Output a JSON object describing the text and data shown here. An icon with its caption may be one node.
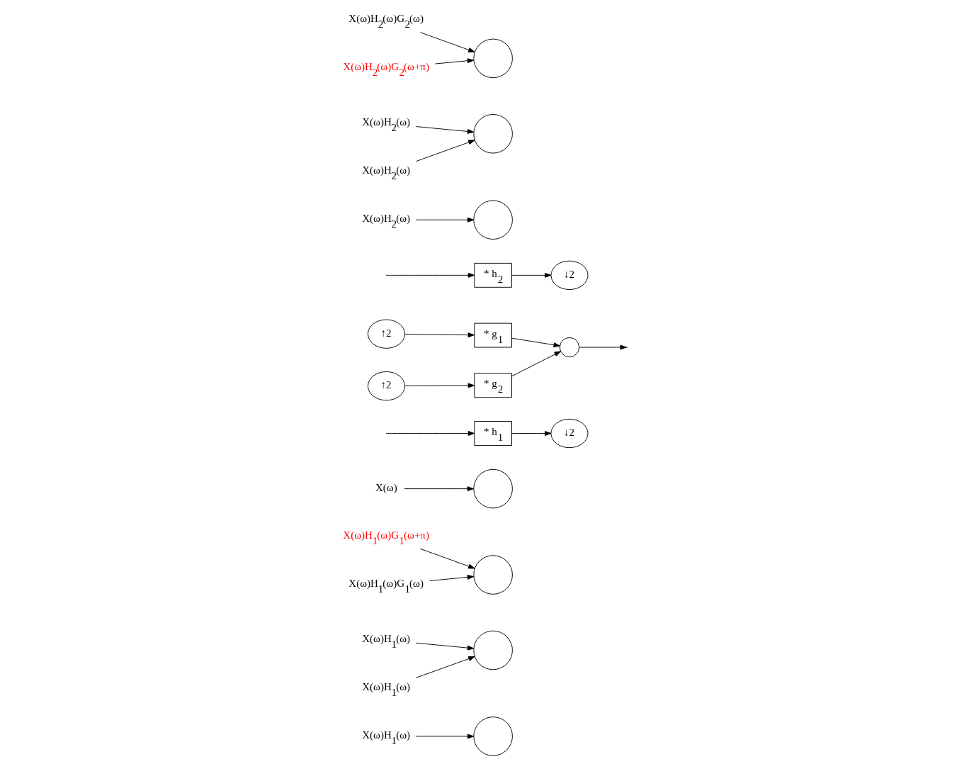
{
  "diagram": {
    "nodes": [
      {
        "text": [],
        "shape": "circle"
      },
      {
        "text": [
          "X(ω)H$_{1}$(ω)"
        ]
      },
      {
        "text": [
          "X(ω)H$_{1}$(ω)"
        ]
      },
      {
        "text": [],
        "shape": "circle"
      },
      {
        "text": [
          "X(ω)H$_{1}$(ω)"
        ]
      },
      {
        "text": [
          "X(ω)H$_{1}$(ω)G$_{1}$(ω+π)"
        ]
      },
      {
        "text": [],
        "shape": "circle"
      },
      {
        "text": [
          "X(ω)H$_{1}$(ω)G$_{1}$(ω)"
        ]
      },
      {
        "text": [
          "X(ω)"
        ]
      },
      {
        "text": [],
        "shape": "circle"
      },
      {
        "text": [
          "* h$_{1}$"
        ]
      },
      {
        "text": [
          "↓2"
        ]
      },
      {
        "text": [
          "↑2"
        ]
      },
      {
        "text": [
          "* g$_{1}$"
        ]
      },
      {
        "text": [],
        "shape": "circle"
      },
      {
        "text": [
          "* h$_{2}$"
        ]
      },
      {
        "text": [
          "↓2"
        ]
      },
      {
        "text": [
          "↑2"
        ]
      },
      {
        "text": [
          "* g$_{2}$"
        ]
      },
      {
        "text": [
          "X(ω)H$_{2}$(ω)"
        ]
      },
      {
        "text": [],
        "shape": "circle"
      },
      {
        "text": [
          "X(ω)H$_{2}$(ω)"
        ]
      },
      {
        "text": [],
        "shape": "circle"
      },
      {
        "text": [
          "X(ω)H$_{2}$(ω)"
        ]
      },
      {
        "text": [
          "X(ω)H$_{2}$(ω)G$_{2}$(ω)"
        ]
      },
      {
        "text": [],
        "shape": "circle"
      },
      {
        "text": [
          "X(ω)H$_{2}$(ω)G$_{2}$(ω+π)"
        ]
      }
    ],
    "edges": [
      {
        "from": 1,
        "to": 0,
        "arrow": "to"
      },
      {
        "from": 2,
        "to": 3,
        "arrow": "to"
      },
      {
        "from": 4,
        "to": 3,
        "arrow": "to"
      },
      {
        "from": 5,
        "to": 6,
        "arrow": "to"
      },
      {
        "from": 7,
        "to": 6,
        "arrow": "to"
      },
      {
        "from": 8,
        "to": 9,
        "arrow": "to"
      },
      {
        "from": null,
        "to": 10,
        "arrow": "to"
      },
      {
        "from": null,
        "to": 15,
        "arrow": "to"
      },
      {
        "from": 10,
        "to": 11,
        "arrow": "to"
      },
      {
        "from": 15,
        "to": 16,
        "arrow": "to"
      },
      {
        "from": 12,
        "to": 13,
        "arrow": "to"
      },
      {
        "from": 17,
        "to": 18,
        "arrow": "to"
      },
      {
        "from": 13,
        "to": 14,
        "arrow": "to"
      },
      {
        "from": 18,
        "to": 14,
        "arrow": "to"
      },
      {
        "from": 14,
        "to": null,
        "arrow": "to"
      },
      {
        "from": 19,
        "to": 20,
        "arrow": "to"
      },
      {
        "from": 21,
        "to": 22,
        "arrow": "to"
      },
      {
        "from": 23,
        "to": 22,
        "arrow": "to"
      },
      {
        "from": 24,
        "to": 25,
        "arrow": "to"
      },
      {
        "from": 26,
        "to": 25,
        "arrow": "to"
      }
    ]
  }
}
